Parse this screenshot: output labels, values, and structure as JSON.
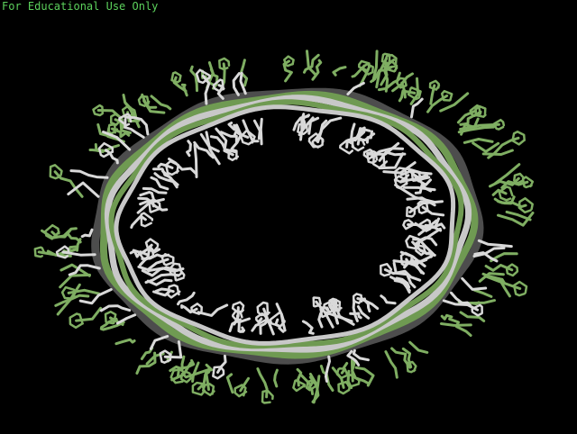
{
  "viewer": {
    "watermark_text": "For Educational Use Only",
    "watermark_color": "#5cd15c",
    "background_color": "#000000",
    "molecule": {
      "representation": "stick-and-ribbon",
      "shape": "ring",
      "colors": {
        "outer_sidechains": "#7fae62",
        "inner_sidechains": "#d9d9d9",
        "backbone_light": "#c8c8c8",
        "backbone_green": "#6f9a52",
        "backbone_dark": "#4d4d4d"
      }
    }
  }
}
